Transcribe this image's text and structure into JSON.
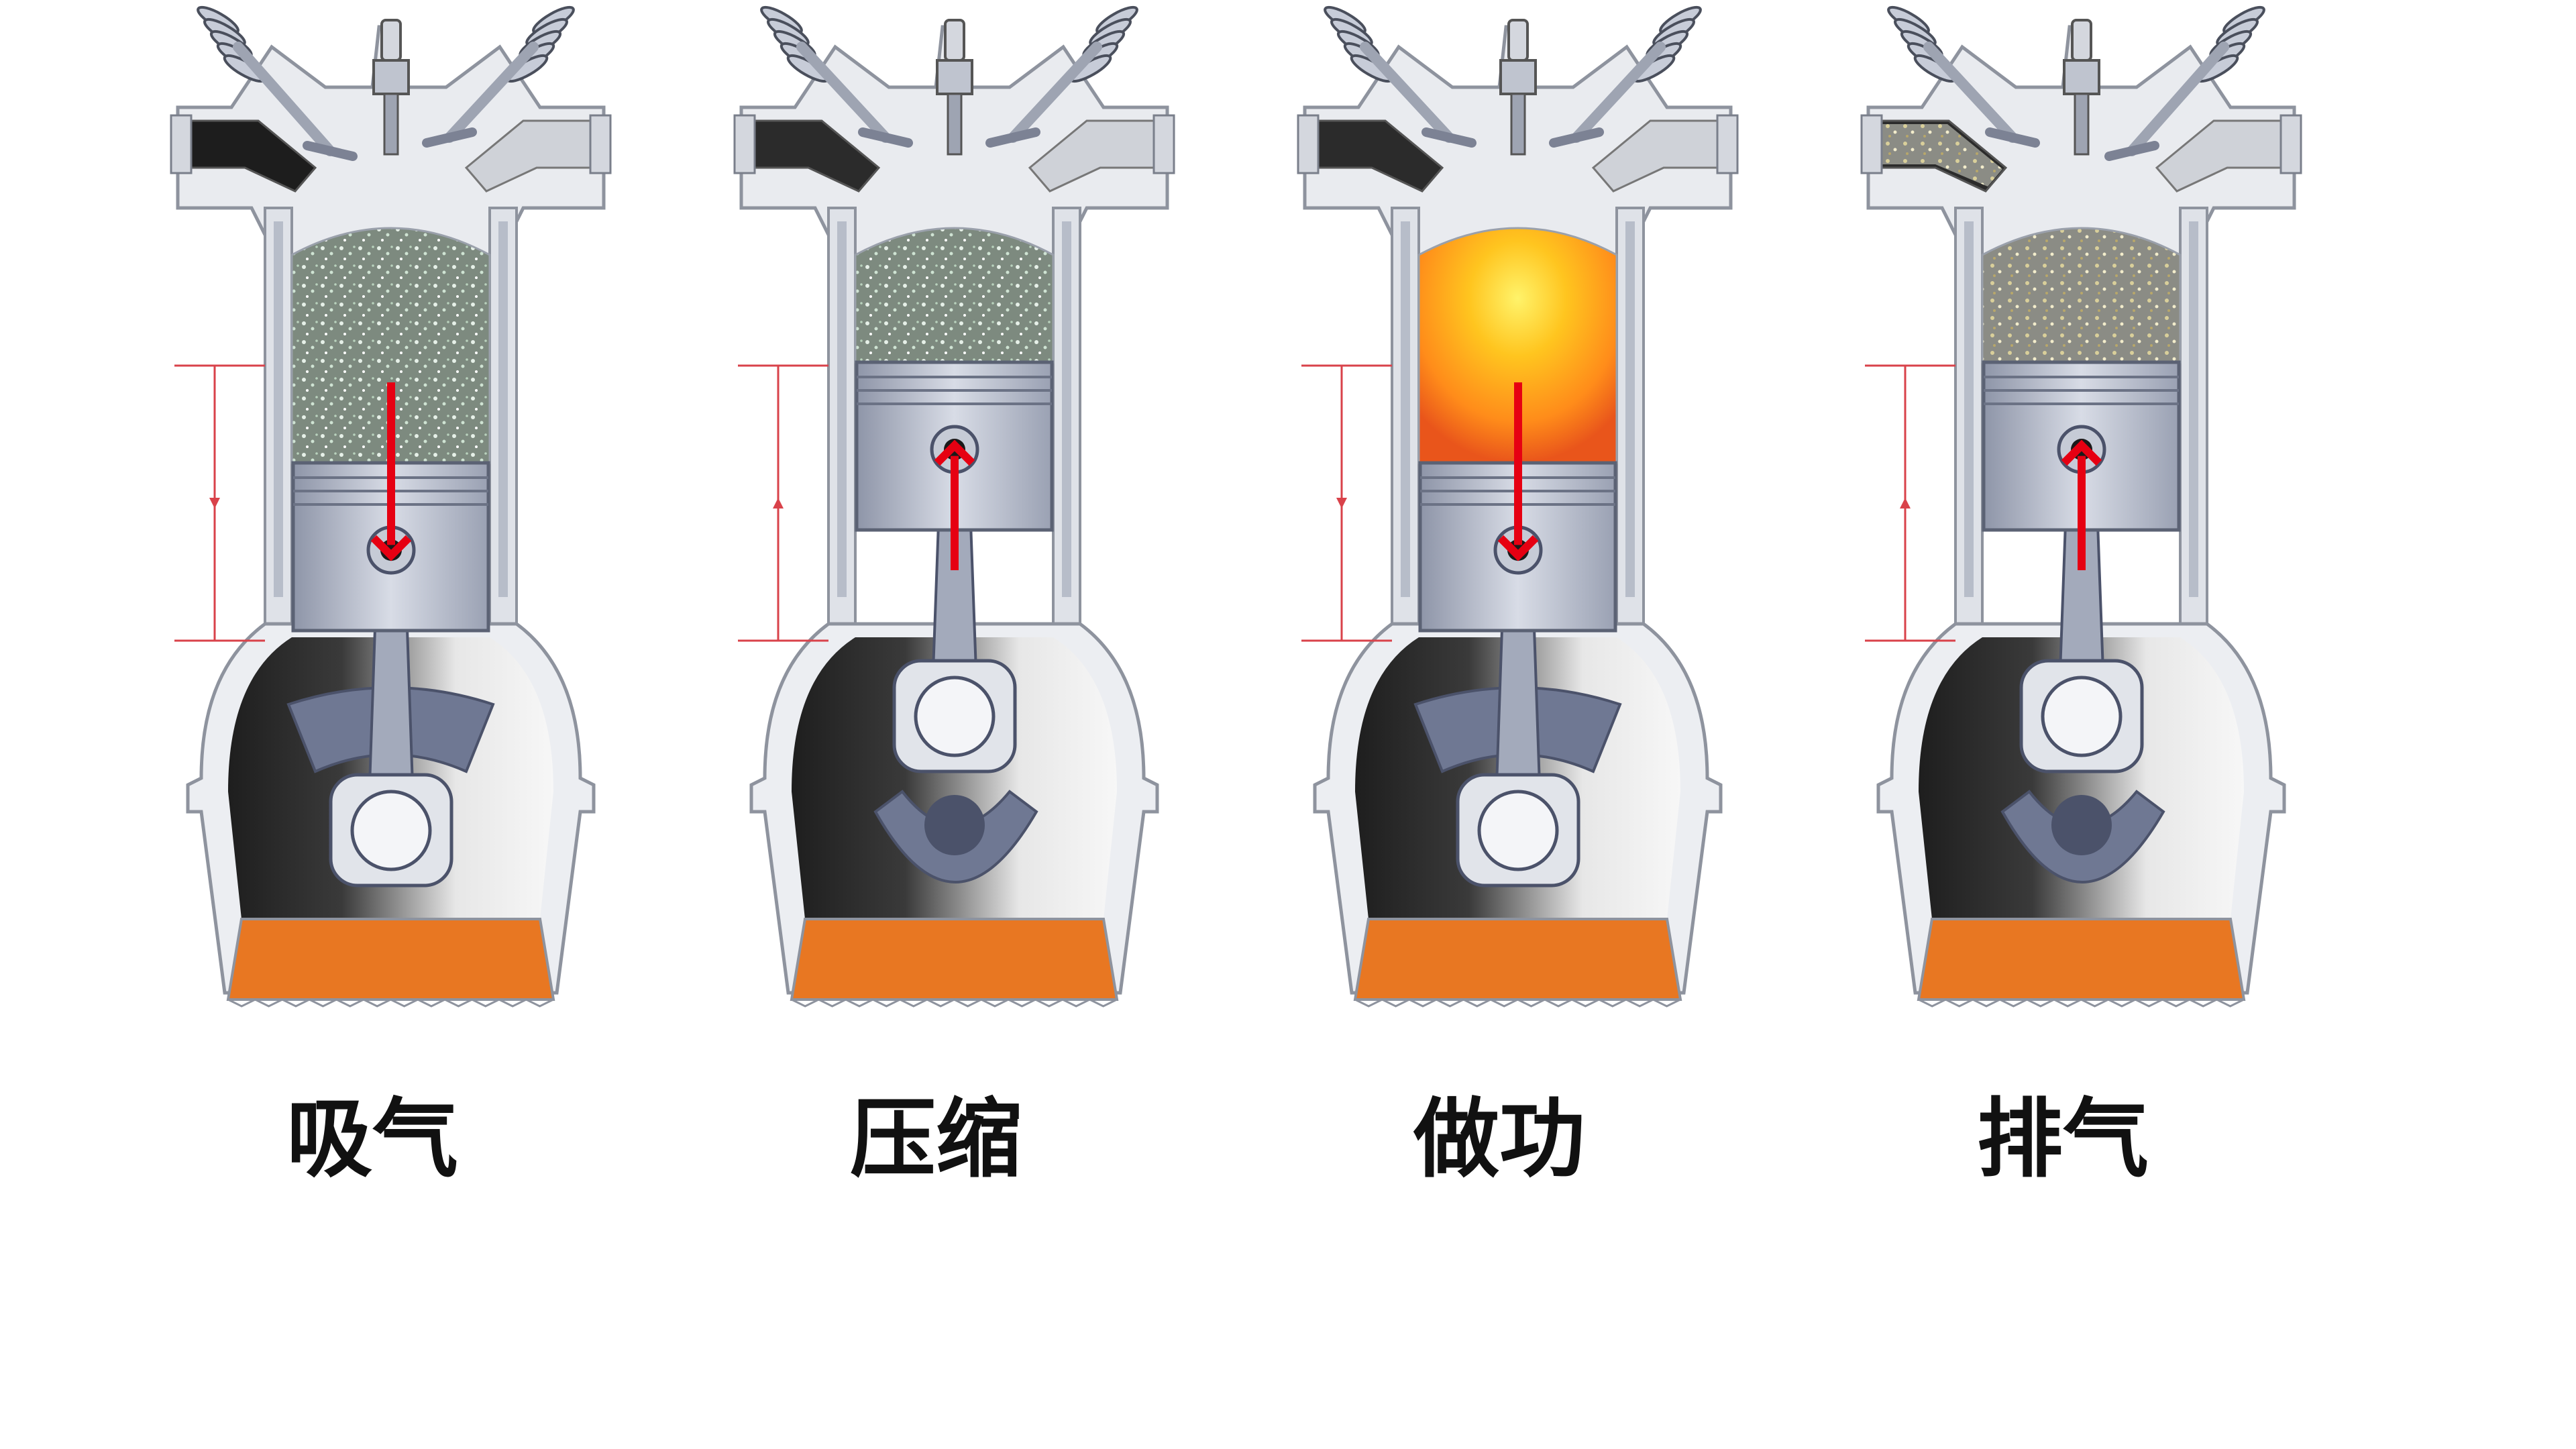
{
  "strokes": [
    {
      "id": "intake",
      "label": "吸气",
      "piston_arrow": "down",
      "stroke_arrow": "down",
      "chamber": "intake-mixture",
      "intake_valve": "open",
      "exhaust_valve": "closed"
    },
    {
      "id": "compression",
      "label": "压缩",
      "piston_arrow": "up",
      "stroke_arrow": "up",
      "chamber": "compressed-mixture",
      "intake_valve": "closed",
      "exhaust_valve": "closed"
    },
    {
      "id": "power",
      "label": "做功",
      "piston_arrow": "down",
      "stroke_arrow": "down",
      "chamber": "combustion",
      "intake_valve": "closed",
      "exhaust_valve": "closed"
    },
    {
      "id": "exhaust",
      "label": "排气",
      "piston_arrow": "up",
      "stroke_arrow": "up",
      "chamber": "exhaust-gas",
      "intake_valve": "closed",
      "exhaust_valve": "open"
    }
  ],
  "colors": {
    "arrow": "#e60012",
    "oil": "#e87722",
    "metal_dark": "#2b2b2b",
    "metal_light": "#d8dbe2",
    "piston": "#b9bfcc",
    "crank": "#6f7893",
    "flame": "#ffb319",
    "stroke_marker": "#d9424a"
  },
  "icons": [
    "spark-plug-icon",
    "intake-valve-icon",
    "exhaust-valve-icon",
    "piston-icon",
    "connecting-rod-icon",
    "crankshaft-icon"
  ]
}
